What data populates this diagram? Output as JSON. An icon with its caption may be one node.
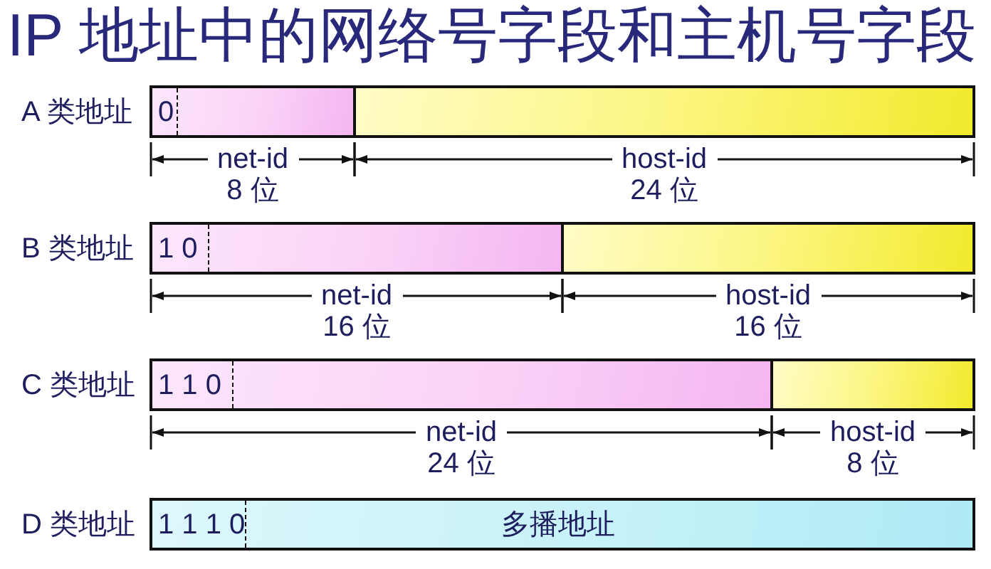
{
  "diagram": {
    "title": "IP 地址中的网络号字段和主机号字段",
    "nodes": [
      {
        "text": [
          "0"
        ]
      },
      {
        "text": [],
        "shape": "box"
      },
      {
        "text": [
          "1 0"
        ]
      },
      {
        "text": [],
        "shape": "box"
      },
      {
        "text": [
          "1 1 0"
        ]
      },
      {
        "text": [],
        "shape": "box"
      },
      {
        "text": [
          "1 1 1 0",
          "多播地址"
        ]
      }
    ],
    "labels": [
      "A 类地址",
      "net-id",
      "8 位",
      "host-id",
      "24 位",
      "B 类地址",
      "net-id",
      "16 位",
      "host-id",
      "16 位",
      "C 类地址",
      "net-id",
      "24 位",
      "host-id",
      "8 位",
      "D 类地址"
    ]
  }
}
